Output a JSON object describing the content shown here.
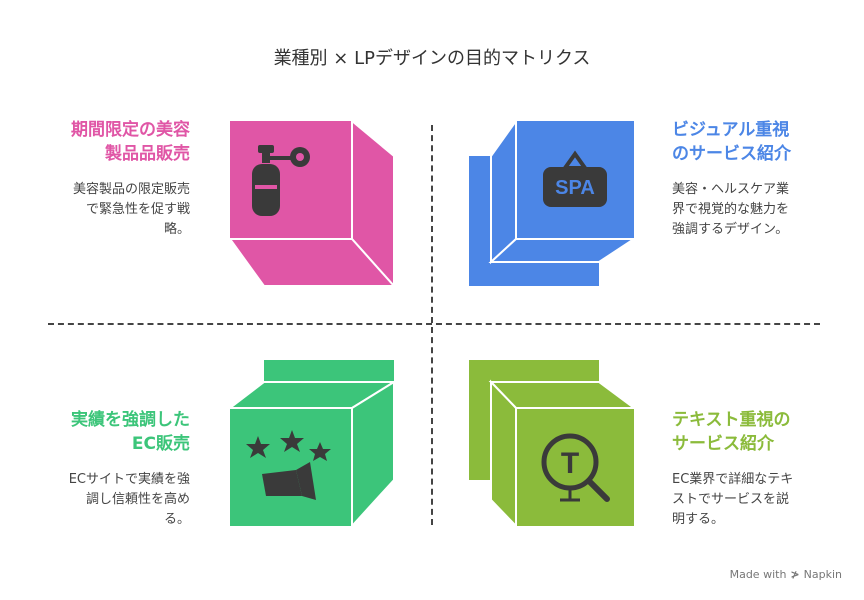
{
  "title": "業種別 × LPデザインの目的マトリクス",
  "colors": {
    "pink": "#E056A6",
    "blue": "#4C86E6",
    "green": "#3CC57A",
    "olive": "#8BBB3B"
  },
  "quadrants": {
    "top_left": {
      "heading": [
        "期間限定の美容",
        "製品品販売"
      ],
      "description": [
        "美容製品の限定販売",
        "で緊急性を促す戦",
        "略。"
      ],
      "icon": "perfume-bottle-icon"
    },
    "top_right": {
      "heading": [
        "ビジュアル重視",
        "のサービス紹介"
      ],
      "description": [
        "美容・ヘルスケア業",
        "界で視覚的な魅力を",
        "強調するデザイン。"
      ],
      "icon": "spa-sign-icon"
    },
    "bottom_left": {
      "heading": [
        "実績を強調した",
        "EC販売"
      ],
      "description": [
        "ECサイトで実績を強",
        "調し信頼性を高め",
        "る。"
      ],
      "icon": "stars-megaphone-icon"
    },
    "bottom_right": {
      "heading": [
        "テキスト重視の",
        "サービス紹介"
      ],
      "description": [
        "EC業界で詳細なテキ",
        "ストでサービスを説",
        "明する。"
      ],
      "icon": "text-search-icon"
    }
  },
  "footer": {
    "made_with": "Made with",
    "brand": "Napkin"
  }
}
